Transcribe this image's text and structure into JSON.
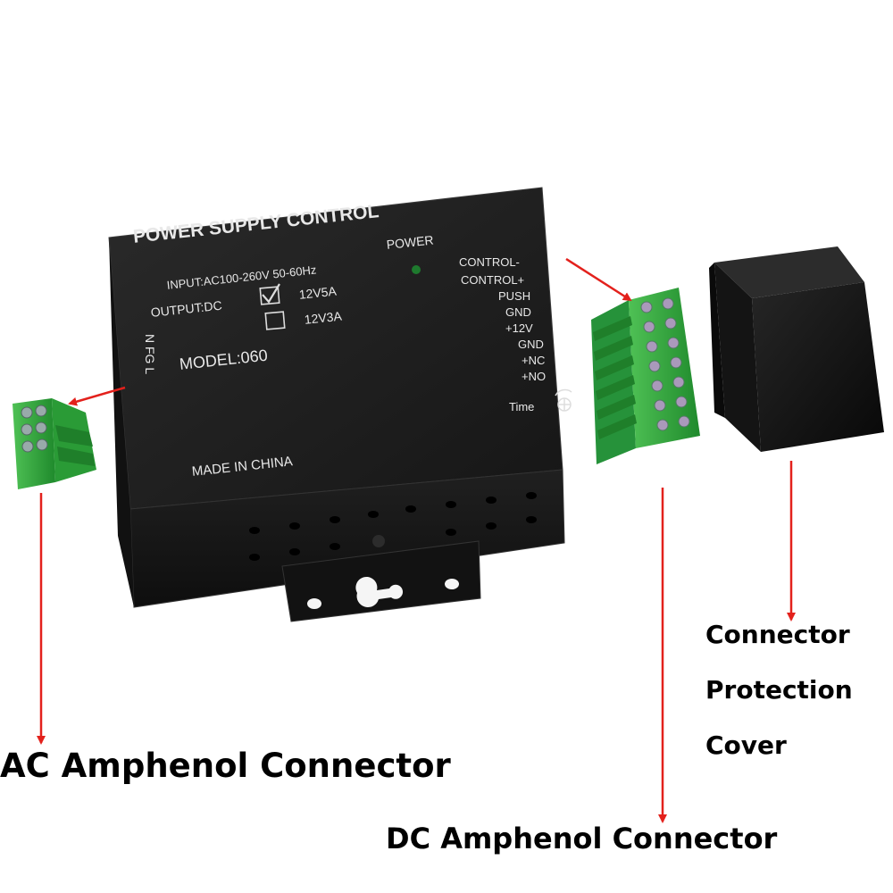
{
  "device": {
    "title": "POWER SUPPLY CONTROL",
    "power_label": "POWER",
    "input_spec": "INPUT:AC100-260V 50-60Hz",
    "output_label": "OUTPUT:DC",
    "option_1": "12V5A",
    "option_2": "12V3A",
    "model": "MODEL:060",
    "ac_terminals": "N FG L",
    "made_in": "MADE IN CHINA",
    "dc_terminals": [
      "CONTROL-",
      "CONTROL+",
      "PUSH",
      "GND",
      "+12V",
      "GND",
      "+NC",
      "+NO"
    ],
    "time_label": "Time"
  },
  "captions": {
    "ac": "AC Amphenol Connector",
    "dc": "DC Amphenol Connector",
    "cover_line1": "Connector",
    "cover_line2": "Protection",
    "cover_line3": "Cover"
  },
  "colors": {
    "arrow": "#e3211c",
    "device_body": "#1c1c1c",
    "connector_green": "#2e9e3a",
    "power_led": "#1e7a2e"
  }
}
